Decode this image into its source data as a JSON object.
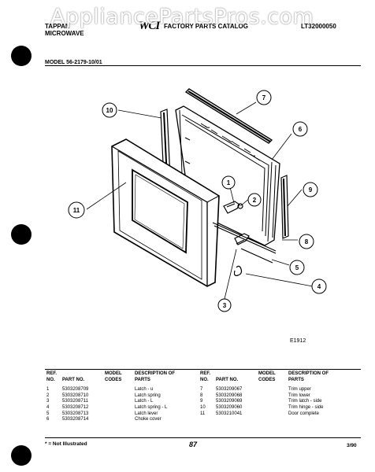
{
  "watermark": "AppliancePartsPros.com",
  "header": {
    "brand_line1": "TAPPAN",
    "brand_line2": "MICROWAVE",
    "logo_text": "WCI",
    "catalog_title": "FACTORY PARTS CATALOG",
    "catalog_number": "LT32000050"
  },
  "model_line": "MODEL 56-2179-10/01",
  "diagram": {
    "figure_code": "E1912",
    "callouts": [
      "1",
      "2",
      "3",
      "4",
      "5",
      "6",
      "7",
      "8",
      "9",
      "10",
      "11"
    ]
  },
  "table": {
    "headers": {
      "ref": "REF. NO.",
      "part": "PART NO.",
      "model": "MODEL CODES",
      "desc": "DESCRIPTION OF PARTS"
    },
    "left_rows": [
      {
        "ref": "1",
        "part": "5303208709",
        "desc": "Latch - u"
      },
      {
        "ref": "2",
        "part": "5303208710",
        "desc": "Latch spring"
      },
      {
        "ref": "3",
        "part": "5303208711",
        "desc": "Latch - L"
      },
      {
        "ref": "4",
        "part": "5303208712",
        "desc": "Latch spring - L"
      },
      {
        "ref": "5",
        "part": "5303208713",
        "desc": "Latch lever"
      },
      {
        "ref": "6",
        "part": "5303208714",
        "desc": "Choke cover"
      }
    ],
    "right_rows": [
      {
        "ref": "7",
        "part": "5303209067",
        "desc": "Trim upper"
      },
      {
        "ref": "8",
        "part": "5303209068",
        "desc": "Trim lower"
      },
      {
        "ref": "9",
        "part": "5303209069",
        "desc": "Trim latch - side"
      },
      {
        "ref": "10",
        "part": "5303209060",
        "desc": "Trim hinge - side"
      },
      {
        "ref": "11",
        "part": "5303210041",
        "desc": "Door complete"
      }
    ]
  },
  "footer": {
    "note": "* = Not Illustrated",
    "page": "87",
    "date": "3/90"
  }
}
